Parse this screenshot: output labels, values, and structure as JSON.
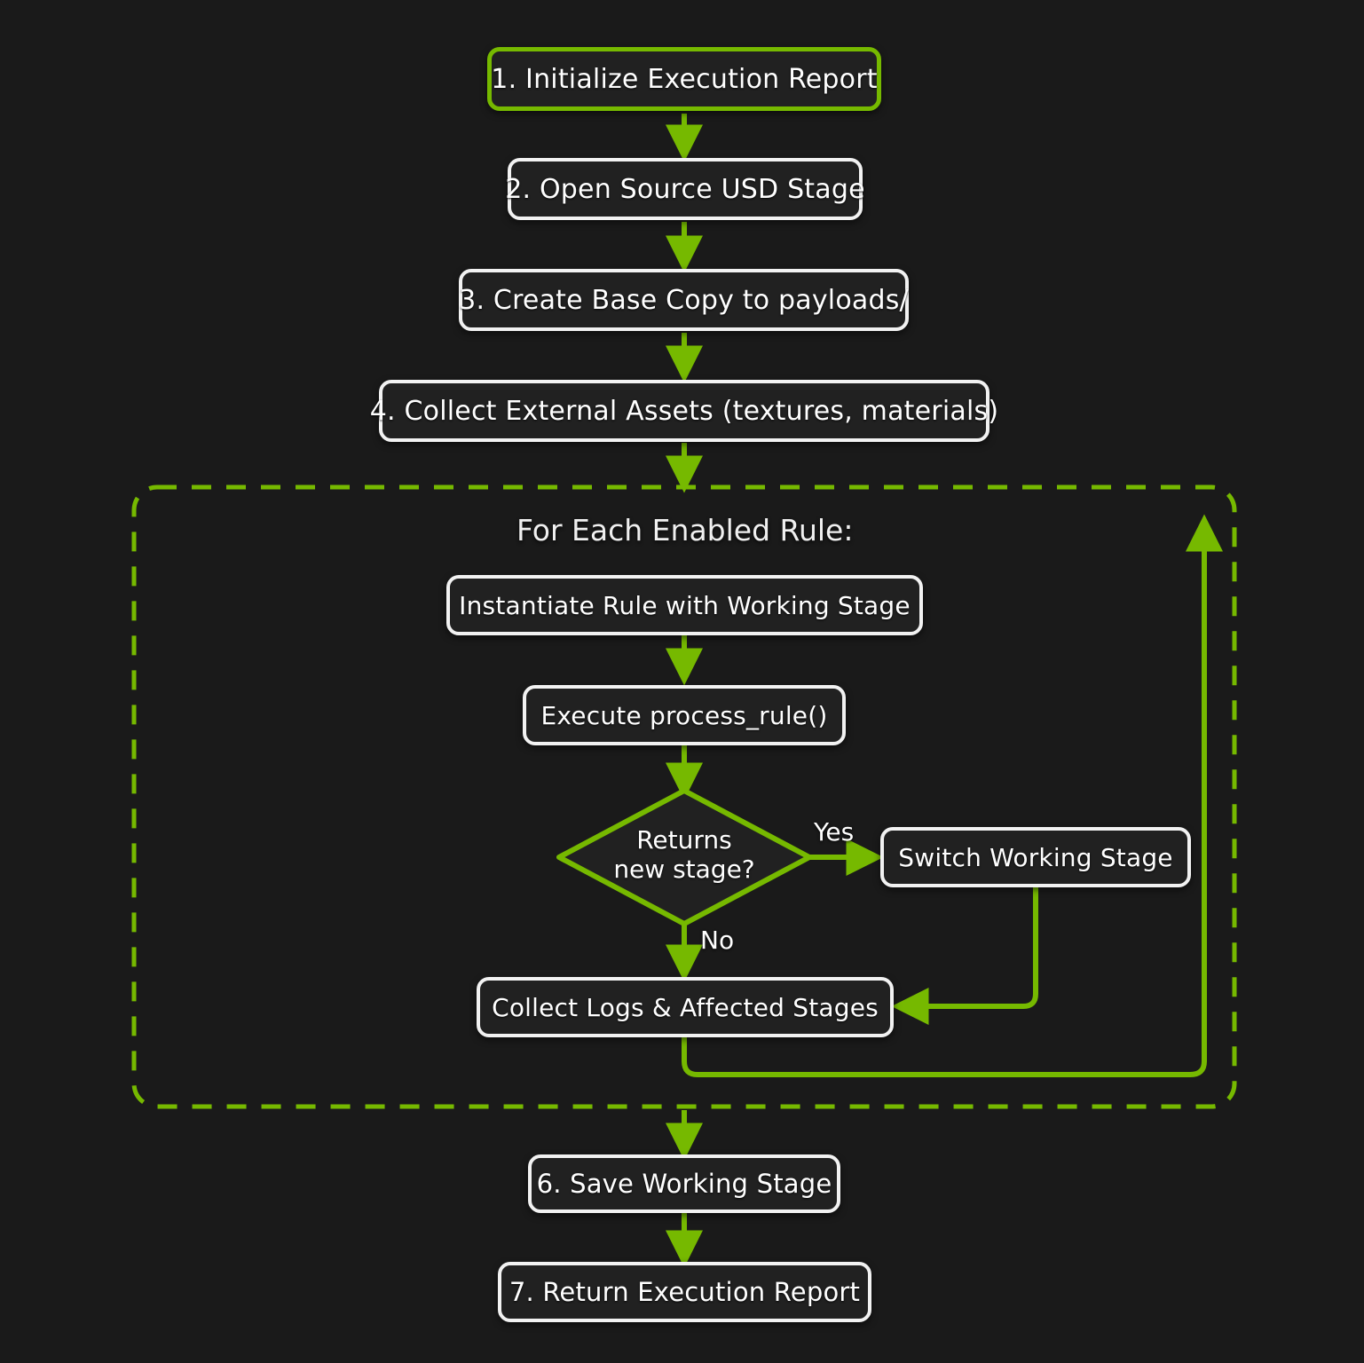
{
  "diagram": {
    "title": "USD Asset Processing Pipeline Flowchart",
    "background_color": "#1a1a1a",
    "accent_color": "#76b900",
    "node_fill_color": "#212121",
    "node_border_color": "#f2f2f2",
    "text_color": "#ffffff"
  },
  "nodes": {
    "step1": {
      "label": "1. Initialize Execution Report"
    },
    "step2": {
      "label": "2. Open Source USD Stage"
    },
    "step3": {
      "label": "3. Create Base Copy to payloads/"
    },
    "step4": {
      "label": "4. Collect External Assets (textures, materials)"
    },
    "instantiate": {
      "label": "Instantiate Rule with Working Stage"
    },
    "execute": {
      "label": "Execute process_rule()"
    },
    "decision": {
      "label_line1": "Returns",
      "label_line2": "new stage?"
    },
    "switch_stage": {
      "label": "Switch Working Stage"
    },
    "collect_logs": {
      "label": "Collect Logs & Affected Stages"
    },
    "step6": {
      "label": "6. Save Working Stage"
    },
    "step7": {
      "label": "7. Return Execution Report"
    }
  },
  "subgraph": {
    "title": "For Each Enabled Rule:"
  },
  "edge_labels": {
    "yes": "Yes",
    "no": "No"
  }
}
